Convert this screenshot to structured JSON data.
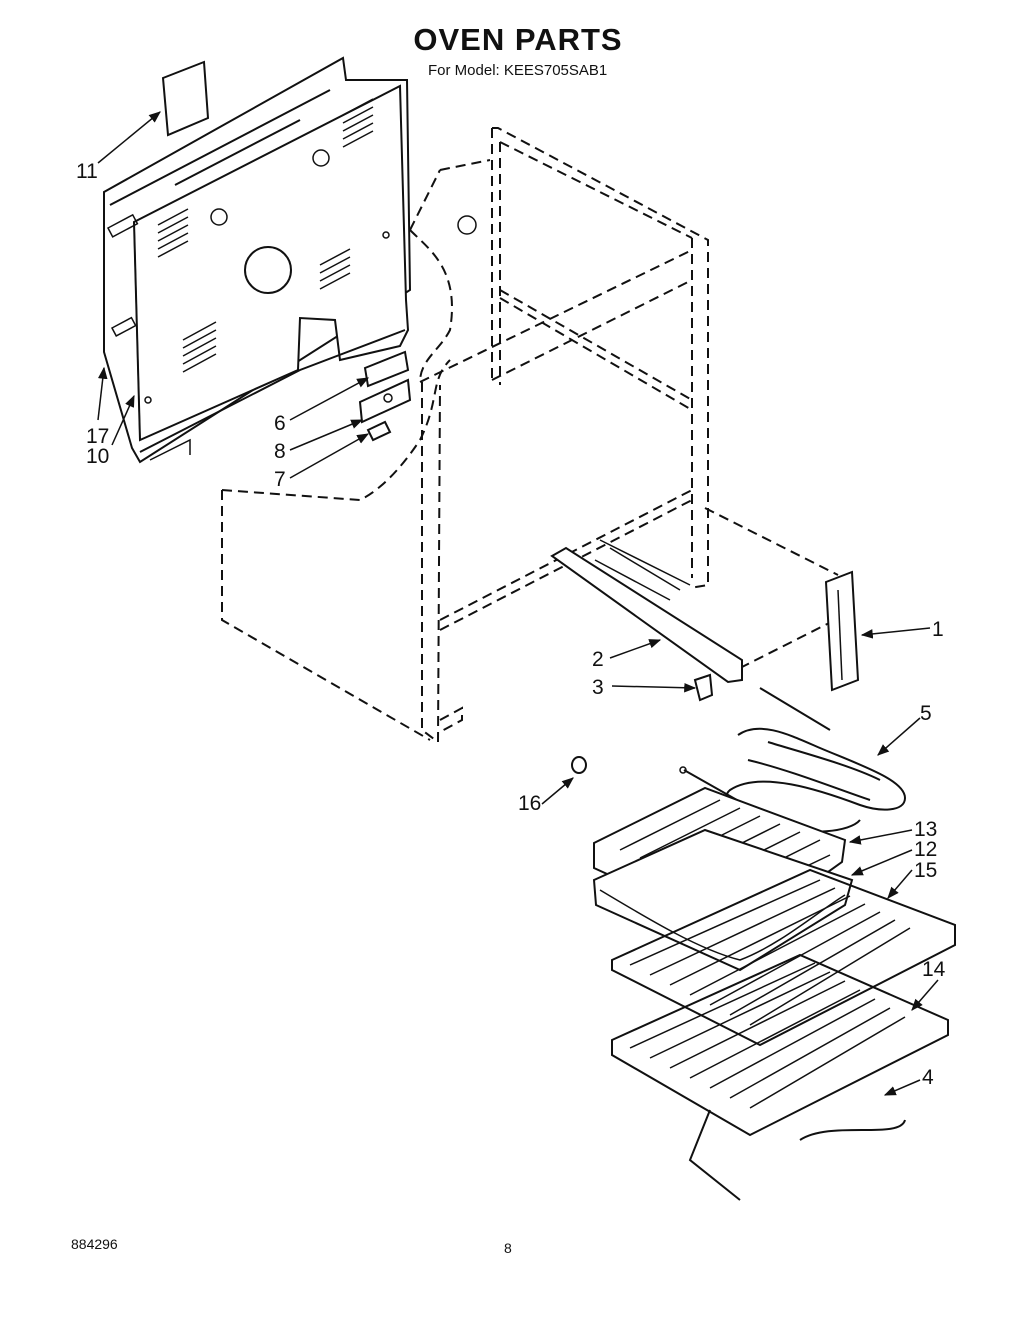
{
  "header": {
    "title": "OVEN PARTS",
    "subtitle": "For Model: KEES705SAB1"
  },
  "footer": {
    "doc_number": "884296",
    "page_number": "8"
  },
  "callouts": [
    {
      "id": "c11",
      "text": "11"
    },
    {
      "id": "c17",
      "text": "17"
    },
    {
      "id": "c10",
      "text": "10"
    },
    {
      "id": "c6",
      "text": "6"
    },
    {
      "id": "c8",
      "text": "8"
    },
    {
      "id": "c7",
      "text": "7"
    },
    {
      "id": "c1",
      "text": "1"
    },
    {
      "id": "c2",
      "text": "2"
    },
    {
      "id": "c3",
      "text": "3"
    },
    {
      "id": "c5",
      "text": "5"
    },
    {
      "id": "c16",
      "text": "16"
    },
    {
      "id": "c13",
      "text": "13"
    },
    {
      "id": "c12",
      "text": "12"
    },
    {
      "id": "c15",
      "text": "15"
    },
    {
      "id": "c14",
      "text": "14"
    },
    {
      "id": "c4",
      "text": "4"
    }
  ]
}
